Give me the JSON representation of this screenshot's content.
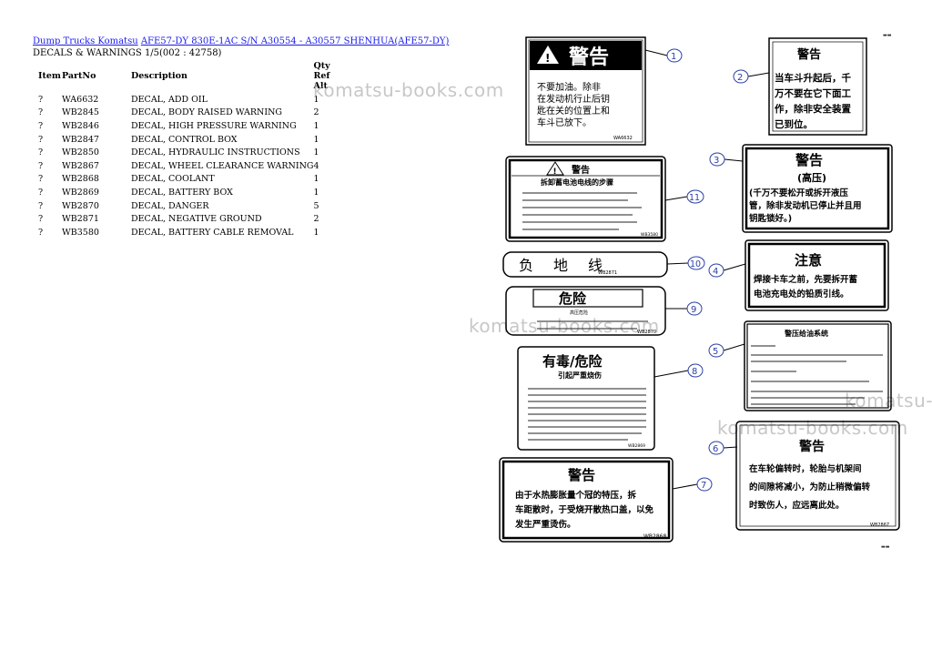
{
  "breadcrumb": {
    "link1": "Dump Trucks Komatsu",
    "link2": "AFE57-DY 830E-1AC S/N A30554 - A30557 SHENHUA(AFE57-DY)"
  },
  "subtitle": "DECALS & WARNINGS 1/5(002 : 42758)",
  "table": {
    "headers": {
      "item": "Item",
      "part": "PartNo",
      "desc": "Description",
      "qty": "Qty",
      "ref": "Ref",
      "alt": "Alt"
    },
    "rows": [
      {
        "item": "?",
        "part": "WA6632",
        "desc": "DECAL, ADD OIL",
        "qty": "1"
      },
      {
        "item": "?",
        "part": "WB2845",
        "desc": "DECAL, BODY RAISED WARNING",
        "qty": "2"
      },
      {
        "item": "?",
        "part": "WB2846",
        "desc": "DECAL, HIGH PRESSURE WARNING",
        "qty": "1"
      },
      {
        "item": "?",
        "part": "WB2847",
        "desc": "DECAL, CONTROL BOX",
        "qty": "1"
      },
      {
        "item": "?",
        "part": "WB2850",
        "desc": "DECAL, HYDRAULIC INSTRUCTIONS",
        "qty": "1"
      },
      {
        "item": "?",
        "part": "WB2867",
        "desc": "DECAL, WHEEL CLEARANCE WARNING",
        "qty": "4"
      },
      {
        "item": "?",
        "part": "WB2868",
        "desc": "DECAL, COOLANT",
        "qty": "1"
      },
      {
        "item": "?",
        "part": "WB2869",
        "desc": "DECAL, BATTERY BOX",
        "qty": "1"
      },
      {
        "item": "?",
        "part": "WB2870",
        "desc": "DECAL, DANGER",
        "qty": "5"
      },
      {
        "item": "?",
        "part": "WB2871",
        "desc": "DECAL, NEGATIVE GROUND",
        "qty": "2"
      },
      {
        "item": "?",
        "part": "WB3580",
        "desc": "DECAL, BATTERY CABLE REMOVAL",
        "qty": "1"
      }
    ]
  },
  "watermarks": [
    "komatsu-books.com",
    "komatsu-books.com",
    "komatsu-books.com",
    "komatsu-"
  ],
  "decals": {
    "d1": {
      "title": "警告",
      "lines": [
        "不要加油。除非",
        "在发动机行止后钥",
        "匙在关的位置上和",
        "车斗已放下。"
      ],
      "code": "WA6632"
    },
    "d2": {
      "title": "警告",
      "lines": [
        "当车斗升起后，千",
        "万不要在它下面工",
        "作，除非安全装置",
        "已到位。"
      ]
    },
    "d3": {
      "title": "警告",
      "sub": "(高压)",
      "lines": [
        "(千万不要松开或拆开液压",
        "管，除非发动机已停止并且用",
        "钥匙锁好。)"
      ]
    },
    "d4": {
      "title": "注意",
      "lines": [
        "焊接卡车之前，先要拆开蓄",
        "电池充电处的铅质引线。"
      ]
    },
    "d5": {
      "title": "警压给油系统"
    },
    "d6": {
      "title": "警告",
      "lines": [
        "在车轮偏转时，轮胎与机架间",
        "的间隙将减小，为防止稍微偏转",
        "时致伤人，应远离此处。"
      ],
      "code": "WB2867"
    },
    "d7": {
      "title": "警告",
      "lines": [
        "由于水热膨胀量个冠的特压，拆",
        "车距散时，于受烧开散热口盖，以免",
        "发生严重烫伤。"
      ],
      "code": "WB2868"
    },
    "d8": {
      "title": "有毒/危险",
      "sub": "引起严重烧伤",
      "code": "WB2869"
    },
    "d9": {
      "title": "危险",
      "sub": "高压危险",
      "code": "WB2870"
    },
    "d10": {
      "title": "负地线",
      "code": "WB2871"
    },
    "d11": {
      "title": "警告",
      "sub": "拆卸蓄电池电线的步骤",
      "code": "WB3580"
    }
  },
  "callouts": [
    "1",
    "2",
    "3",
    "4",
    "5",
    "6",
    "7",
    "8",
    "9",
    "10",
    "11"
  ]
}
